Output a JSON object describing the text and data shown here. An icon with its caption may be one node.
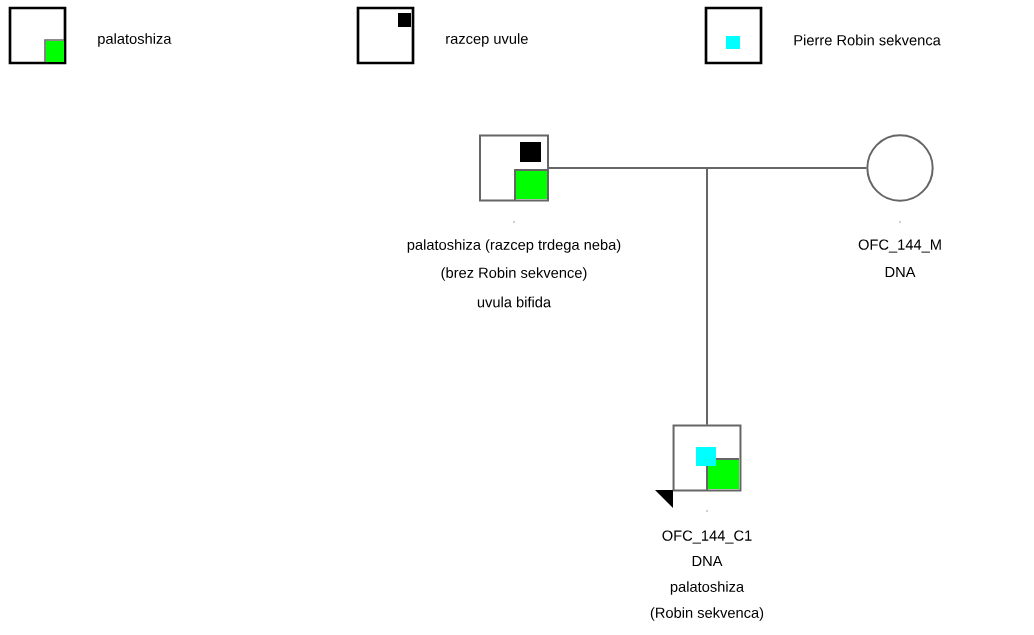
{
  "diagram": {
    "nodes": [
      {
        "text": [],
        "shape": "box",
        "beside": [
          ".",
          "palatoshiza (razcep trdega neba)",
          "(brez Robin sekvence)",
          "uvula bifida"
        ]
      },
      {
        "text": [],
        "shape": "circle",
        "beside": [
          ".",
          "OFC_144_M",
          "DNA"
        ]
      },
      {
        "text": [],
        "shape": "box",
        "beside": [
          ".",
          "OFC_144_C1",
          "DNA",
          "palatoshiza",
          "(Robin sekvenca)"
        ]
      }
    ],
    "edges": [
      {
        "from": 0,
        "to": 1,
        "arrow": "none"
      },
      {
        "from": 0,
        "to": 2,
        "arrow": "none"
      },
      {
        "from": 1,
        "to": 2,
        "arrow": "none"
      }
    ],
    "legend": [
      {
        "text": "palatoshiza",
        "color": "#00ff00"
      },
      {
        "text": "razcep uvule",
        "color": "#000000"
      },
      {
        "text": "Pierre Robin sekvenca",
        "color": "#00ffff"
      }
    ]
  }
}
